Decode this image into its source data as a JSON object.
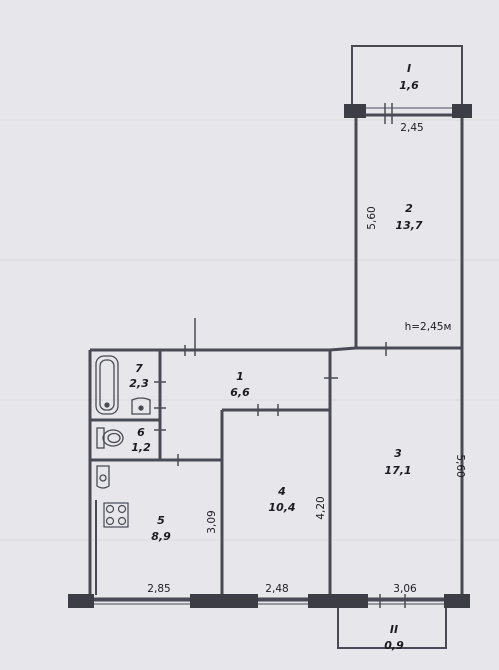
{
  "plan": {
    "ceiling_height": "h=2,45м",
    "rooms": [
      {
        "num": "1",
        "area": "6,6"
      },
      {
        "num": "2",
        "area": "13,7"
      },
      {
        "num": "3",
        "area": "17,1"
      },
      {
        "num": "4",
        "area": "10,4"
      },
      {
        "num": "5",
        "area": "8,9"
      },
      {
        "num": "6",
        "area": "1,2"
      },
      {
        "num": "7",
        "area": "2,3"
      },
      {
        "num": "I",
        "area": "1,6"
      },
      {
        "num": "II",
        "area": "0,9"
      }
    ],
    "dimensions": {
      "balcony_top_width": "2,45",
      "room2_height": "5,60",
      "room3_height": "5,60",
      "room4_height": "4,20",
      "room5_height": "3,09",
      "room5_width": "2,85",
      "room4_width": "2,48",
      "room3_width": "3,06"
    }
  }
}
